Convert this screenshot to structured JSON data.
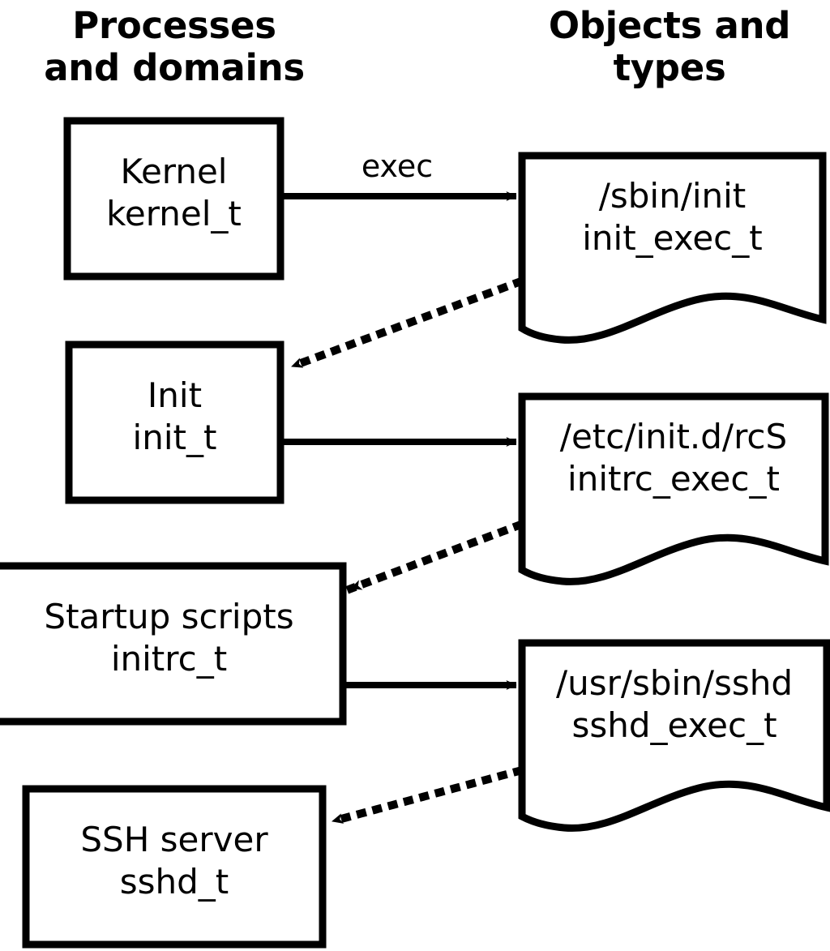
{
  "diagram": {
    "title_left": "Processes\nand domains",
    "title_right": "Objects and\ntypes",
    "background_color": "#ffffff",
    "stroke_color": "#000000",
    "processes": [
      {
        "id": "kernel",
        "name": "Kernel",
        "type": "kernel_t",
        "label": "Kernel\nkernel_t"
      },
      {
        "id": "init",
        "name": "Init",
        "type": "init_t",
        "label": "Init\ninit_t"
      },
      {
        "id": "initrc",
        "name": "Startup scripts",
        "type": "initrc_t",
        "label": "Startup scripts\ninitrc_t"
      },
      {
        "id": "sshd",
        "name": "SSH server",
        "type": "sshd_t",
        "label": "SSH server\nsshd_t"
      }
    ],
    "objects": [
      {
        "id": "init_exec",
        "path": "/sbin/init",
        "type": "init_exec_t",
        "label": "/sbin/init\ninit_exec_t"
      },
      {
        "id": "initrc_exec",
        "path": "/etc/init.d/rcS",
        "type": "initrc_exec_t",
        "label": "/etc/init.d/rcS\ninitrc_exec_t"
      },
      {
        "id": "sshd_exec",
        "path": "/usr/sbin/sshd",
        "type": "sshd_exec_t",
        "label": "/usr/sbin/sshd\nsshd_exec_t"
      }
    ],
    "edges": [
      {
        "id": "e1",
        "from": "kernel",
        "to": "init_exec",
        "style": "solid",
        "label": "exec"
      },
      {
        "id": "e2",
        "from": "init_exec",
        "to": "init",
        "style": "dotted",
        "label": ""
      },
      {
        "id": "e3",
        "from": "init",
        "to": "initrc_exec",
        "style": "solid",
        "label": ""
      },
      {
        "id": "e4",
        "from": "initrc_exec",
        "to": "initrc",
        "style": "dotted",
        "label": ""
      },
      {
        "id": "e5",
        "from": "initrc",
        "to": "sshd_exec",
        "style": "solid",
        "label": ""
      },
      {
        "id": "e6",
        "from": "sshd_exec",
        "to": "sshd",
        "style": "dotted",
        "label": ""
      }
    ]
  }
}
